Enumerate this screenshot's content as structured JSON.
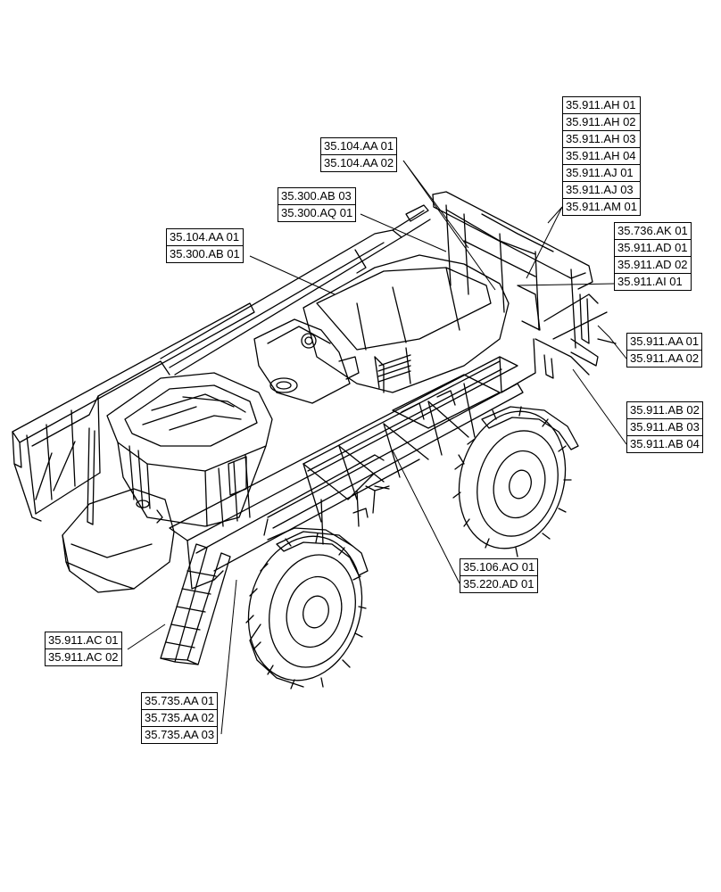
{
  "callouts": [
    {
      "id": "top-mid",
      "refs": [
        "35.104.AA 01",
        "35.104.AA 02"
      ]
    },
    {
      "id": "top-right",
      "refs": [
        "35.911.AH 01",
        "35.911.AH 02",
        "35.911.AH 03",
        "35.911.AH 04",
        "35.911.AJ 01",
        "35.911.AJ 03",
        "35.911.AM 01"
      ]
    },
    {
      "id": "mid-left-upper",
      "refs": [
        "35.300.AB 03",
        "35.300.AQ 01"
      ]
    },
    {
      "id": "mid-left",
      "refs": [
        "35.104.AA 01",
        "35.300.AB 01"
      ]
    },
    {
      "id": "right-upper",
      "refs": [
        "35.736.AK 01",
        "35.911.AD 01",
        "35.911.AD 02",
        "35.911.AI 01"
      ]
    },
    {
      "id": "right-mid",
      "refs": [
        "35.911.AA 01",
        "35.911.AA 02"
      ]
    },
    {
      "id": "right-lower",
      "refs": [
        "35.911.AB 02",
        "35.911.AB 03",
        "35.911.AB 04"
      ]
    },
    {
      "id": "center-lower",
      "refs": [
        "35.106.AO 01",
        "35.220.AD 01"
      ]
    },
    {
      "id": "left-lower",
      "refs": [
        "35.911.AC 01",
        "35.911.AC 02"
      ]
    },
    {
      "id": "bottom-left",
      "refs": [
        "35.735.AA 01",
        "35.735.AA 02",
        "35.735.AA 03"
      ]
    }
  ],
  "colors": {
    "line": "#000000",
    "background": "#ffffff"
  }
}
